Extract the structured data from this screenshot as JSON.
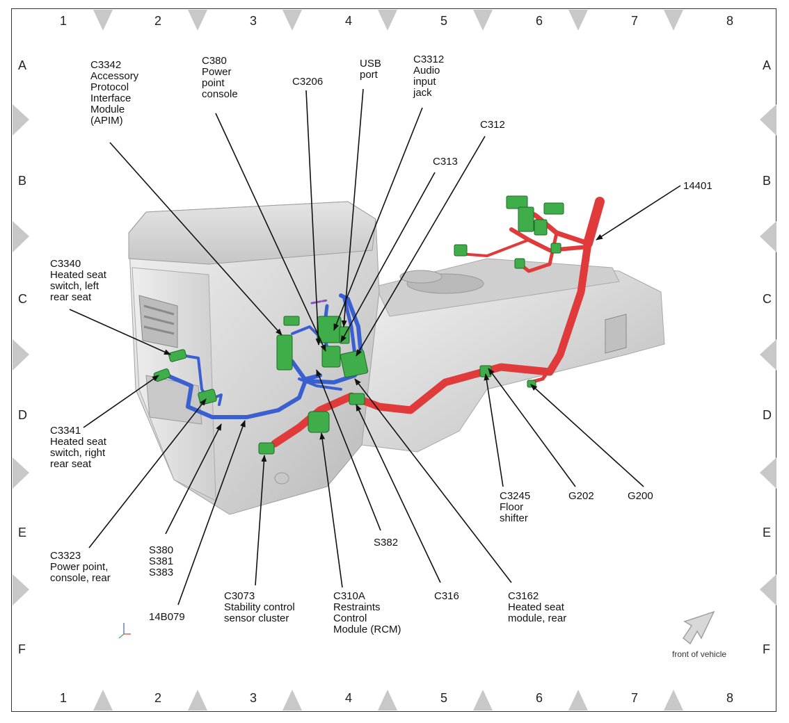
{
  "grid": {
    "columns": [
      "1",
      "2",
      "3",
      "4",
      "5",
      "6",
      "7",
      "8"
    ],
    "rows": [
      "A",
      "B",
      "C",
      "D",
      "E",
      "F"
    ]
  },
  "callouts": {
    "c3342": "C3342\nAccessory\nProtocol\nInterface\nModule\n(APIM)",
    "c380": "C380\nPower\npoint\nconsole",
    "c3206": "C3206",
    "usb": "USB\nport",
    "c3312": "C3312\nAudio\ninput\njack",
    "c312": "C312",
    "c313": "C313",
    "h14401": "14401",
    "c3340": "C3340\nHeated seat\nswitch, left\nrear seat",
    "c3341": "C3341\nHeated seat\nswitch, right\nrear seat",
    "c3323": "C3323\nPower point,\nconsole, rear",
    "s380": "S380\nS381\nS383",
    "h14b079": "14B079",
    "c3073": "C3073\nStability control\nsensor cluster",
    "c310a": "C310A\nRestraints\nControl\nModule (RCM)",
    "s382": "S382",
    "c316": "C316",
    "c3162": "C3162\nHeated seat\nmodule, rear",
    "c3245": "C3245\nFloor\nshifter",
    "g202": "G202",
    "g200": "G200"
  },
  "front_note": "front of vehicle",
  "colors": {
    "harness_blue": "#3a5fd0",
    "harness_red": "#e03a3a",
    "connector_green": "#3fae4a",
    "console_gray": "#d4d4d4"
  }
}
